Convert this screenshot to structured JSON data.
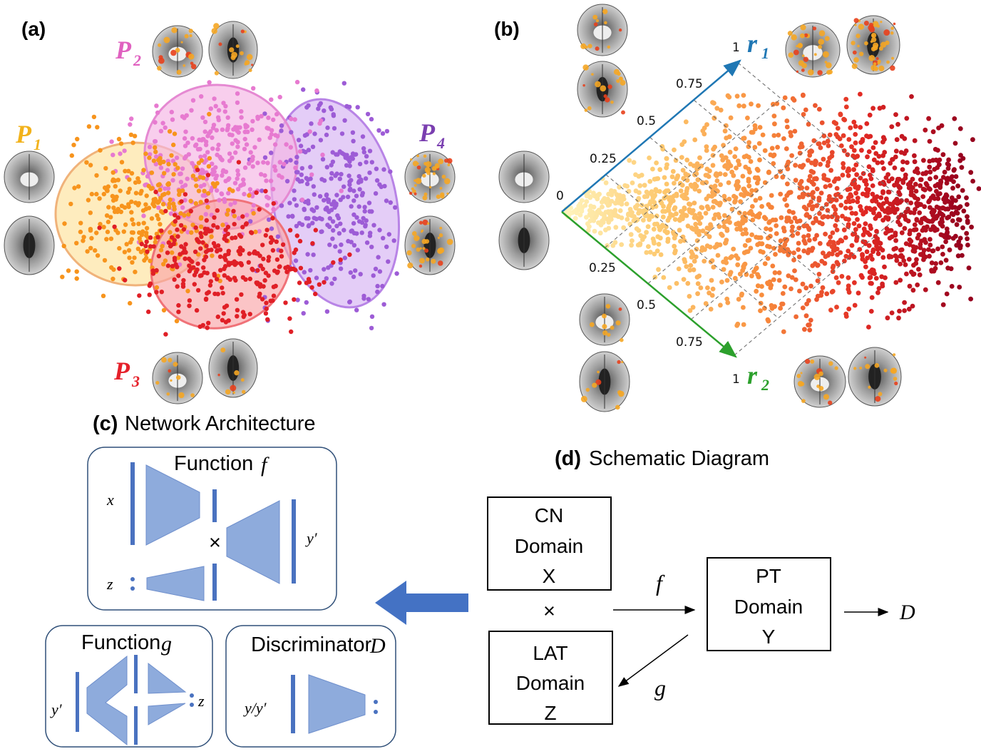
{
  "panels": {
    "a": {
      "tag": "(a)"
    },
    "b": {
      "tag": "(b)"
    },
    "c": {
      "tag": "(c)",
      "title": "Network Architecture"
    },
    "d": {
      "tag": "(d)",
      "title": "Schematic Diagram"
    }
  },
  "patterns": [
    {
      "id": "P1",
      "letter": "P",
      "sub": "1",
      "color": "#f2b21b"
    },
    {
      "id": "P2",
      "letter": "P",
      "sub": "2",
      "color": "#e061c0"
    },
    {
      "id": "P3",
      "letter": "P",
      "sub": "3",
      "color": "#e5202a"
    },
    {
      "id": "P4",
      "letter": "P",
      "sub": "4",
      "color": "#7a3fb0"
    }
  ],
  "axes": {
    "r1": {
      "letter": "r",
      "sub": "1",
      "color": "#1f77b4",
      "end_value": "1"
    },
    "r2": {
      "letter": "r",
      "sub": "2",
      "color": "#2ca02c",
      "end_value": "1"
    },
    "origin": "0",
    "r1_ticks": [
      "0.25",
      "0.5",
      "0.75"
    ],
    "r2_ticks": [
      "0.25",
      "0.5",
      "0.75"
    ]
  },
  "network": {
    "f_block": {
      "title": "Function",
      "symbol": "f",
      "input_x": "x",
      "input_z": "z",
      "times": "×",
      "output": "y′"
    },
    "g_block": {
      "title": "Function",
      "symbol": "g",
      "input": "y′",
      "output": "z"
    },
    "d_block": {
      "title": "Discriminator",
      "symbol": "D",
      "input": "y/y′"
    }
  },
  "schematic": {
    "cn_box": [
      "CN",
      "Domain",
      "X"
    ],
    "lat_box": [
      "LAT",
      "Domain",
      "Z"
    ],
    "pt_box": [
      "PT",
      "Domain",
      "Y"
    ],
    "times": "×",
    "f_label": "f",
    "g_label": "g",
    "d_label": "D"
  },
  "colors": {
    "arrow_blue": "#4472c4",
    "orange": "#f7941d",
    "pink": "#e77ad0",
    "red": "#e01f26",
    "purple": "#9d5cd6"
  }
}
